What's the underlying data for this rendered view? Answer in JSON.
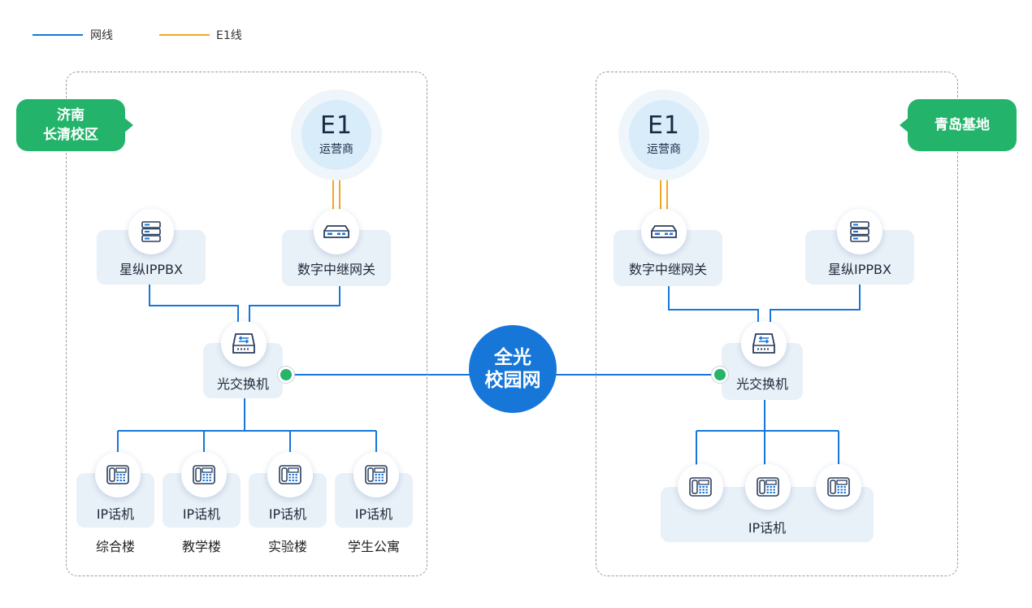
{
  "legend": [
    {
      "label": "网线",
      "color": "#1677d9"
    },
    {
      "label": "E1线",
      "color": "#f5a623"
    }
  ],
  "left_site": {
    "label": "济南\n长清校区",
    "carrier": {
      "big": "E1",
      "small": "运营商"
    },
    "pbx": "星纵IPPBX",
    "gateway": "数字中继网关",
    "switch": "光交换机",
    "phones": [
      {
        "label": "IP话机",
        "building": "综合楼"
      },
      {
        "label": "IP话机",
        "building": "教学楼"
      },
      {
        "label": "IP话机",
        "building": "实验楼"
      },
      {
        "label": "IP话机",
        "building": "学生公寓"
      }
    ]
  },
  "hub": {
    "label": "全光\n校园网"
  },
  "right_site": {
    "label": "青岛基地",
    "carrier": {
      "big": "E1",
      "small": "运营商"
    },
    "gateway": "数字中继网关",
    "pbx": "星纵IPPBX",
    "switch": "光交换机",
    "phones_label": "IP话机"
  },
  "colors": {
    "network": "#1677d9",
    "e1": "#f5a623",
    "site": "#24b36b",
    "card": "#e8f0f8"
  }
}
